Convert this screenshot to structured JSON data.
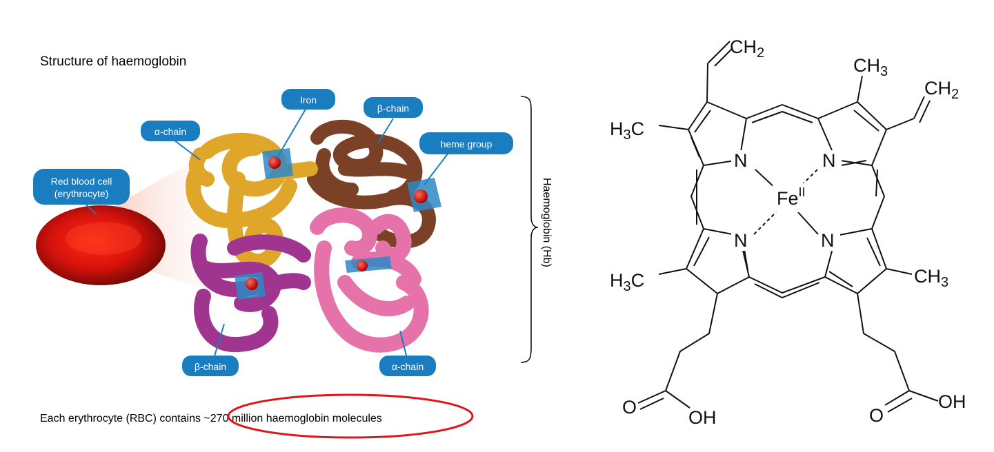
{
  "figure": {
    "title": "Structure of haemoglobin",
    "caption": "Each erythrocyte (RBC) contains ~270 million haemoglobin molecules",
    "bracket_label": "Haemoglobin (Hb)",
    "labels": {
      "iron": "Iron",
      "alpha_chain_top": "α-chain",
      "beta_chain_top": "β-chain",
      "heme_group": "heme group",
      "red_blood_cell_line1": "Red blood cell",
      "red_blood_cell_line2": "(erythrocyte)",
      "beta_chain_bottom": "β-chain",
      "alpha_chain_bottom": "α-chain"
    },
    "highlight_color": "#e0141b",
    "label_color": "#1a7dc0"
  },
  "heme": {
    "ch2_top_left": "CH",
    "ch2_top_left_sub": "2",
    "ch3_top": "CH",
    "ch3_top_sub": "3",
    "ch2_top_right": "CH",
    "ch2_top_right_sub": "2",
    "h3c_left_top": "H",
    "h3c_left_top_sub": "3",
    "h3c_left_top_c": "C",
    "n_tl": "N",
    "n_tr": "N",
    "n_bl": "N",
    "n_br": "N",
    "fe": "Fe",
    "fe_sup": "II",
    "h3c_left_bottom": "H",
    "h3c_left_bottom_sub": "3",
    "h3c_left_bottom_c": "C",
    "ch3_right": "CH",
    "ch3_right_sub": "3",
    "o_left": "O",
    "oh_left": "OH",
    "o_right": "O",
    "oh_right": "OH"
  }
}
